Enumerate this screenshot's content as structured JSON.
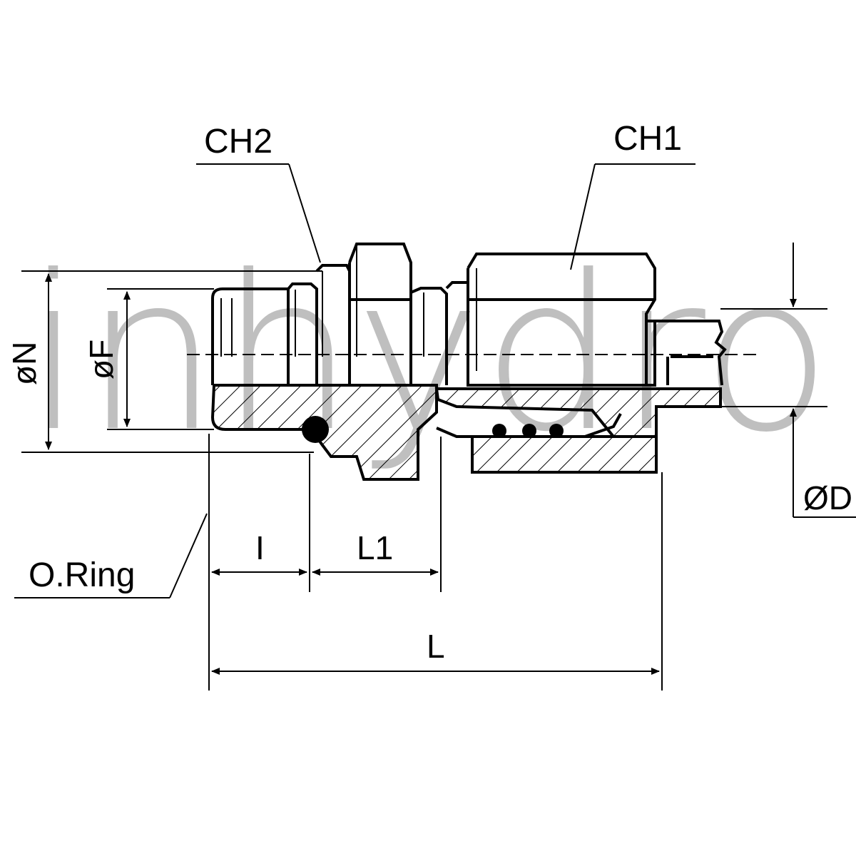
{
  "watermark": "inhydro",
  "colors": {
    "ink": "#000000",
    "watermark": "#b4b4b4",
    "background": "#ffffff"
  },
  "callouts": {
    "hex_nut": "CH2",
    "hex_body": "CH1",
    "o_ring": "O.Ring"
  },
  "dimensions": {
    "outer_diameter": "øN",
    "thread_diameter": "øF",
    "tube_diameter": "ØD",
    "thread_length": "I",
    "body_length": "L1",
    "total_length": "L"
  }
}
